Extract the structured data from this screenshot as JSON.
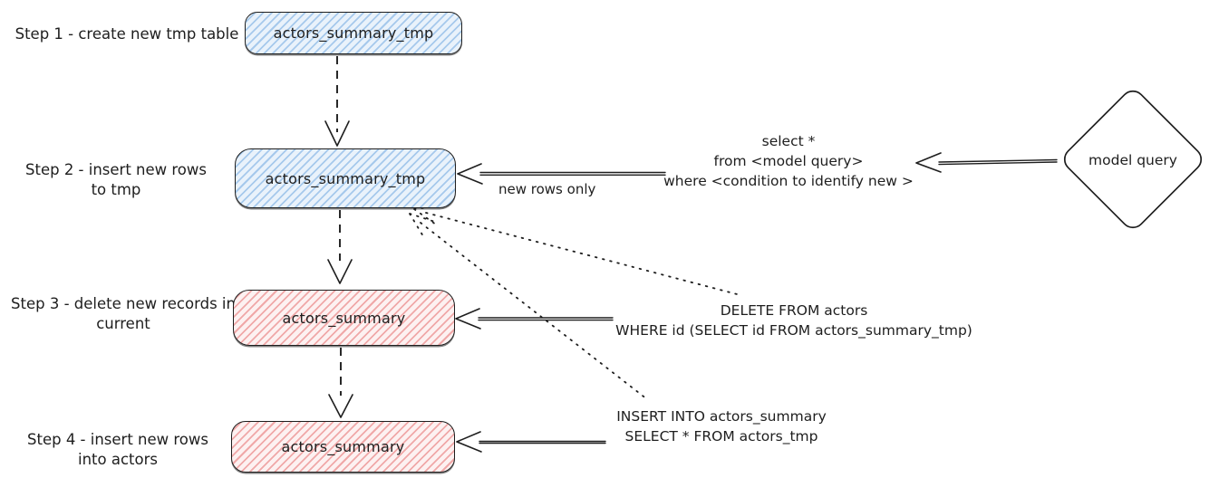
{
  "steps": [
    {
      "line1": "Step 1 - create new tmp table",
      "line2": ""
    },
    {
      "line1": "Step 2 - insert new rows",
      "line2": "to tmp"
    },
    {
      "line1": "Step 3 - delete new records in",
      "line2": "current"
    },
    {
      "line1": "Step 4 - insert new rows",
      "line2": "into actors"
    }
  ],
  "nodes": [
    {
      "label": "actors_summary_tmp",
      "color": "blue"
    },
    {
      "label": "actors_summary_tmp",
      "color": "blue"
    },
    {
      "label": "actors_summary",
      "color": "red"
    },
    {
      "label": "actors_summary",
      "color": "red"
    }
  ],
  "diamond": {
    "label": "model query"
  },
  "annotations": {
    "new_rows_only": "new rows only",
    "select_query": {
      "line1": "select *",
      "line2": "from <model query>",
      "line3": "where <condition to identify new >"
    },
    "delete_query": {
      "line1": "DELETE FROM actors",
      "line2": "WHERE id (SELECT id FROM actors_summary_tmp)"
    },
    "insert_query": {
      "line1": "INSERT INTO actors_summary",
      "line2": "SELECT * FROM actors_tmp"
    }
  },
  "colors": {
    "stroke": "#1e1e1e",
    "blue_hatch": "#a6c9ec",
    "red_hatch": "#f0a8a8",
    "background": "#ffffff"
  }
}
